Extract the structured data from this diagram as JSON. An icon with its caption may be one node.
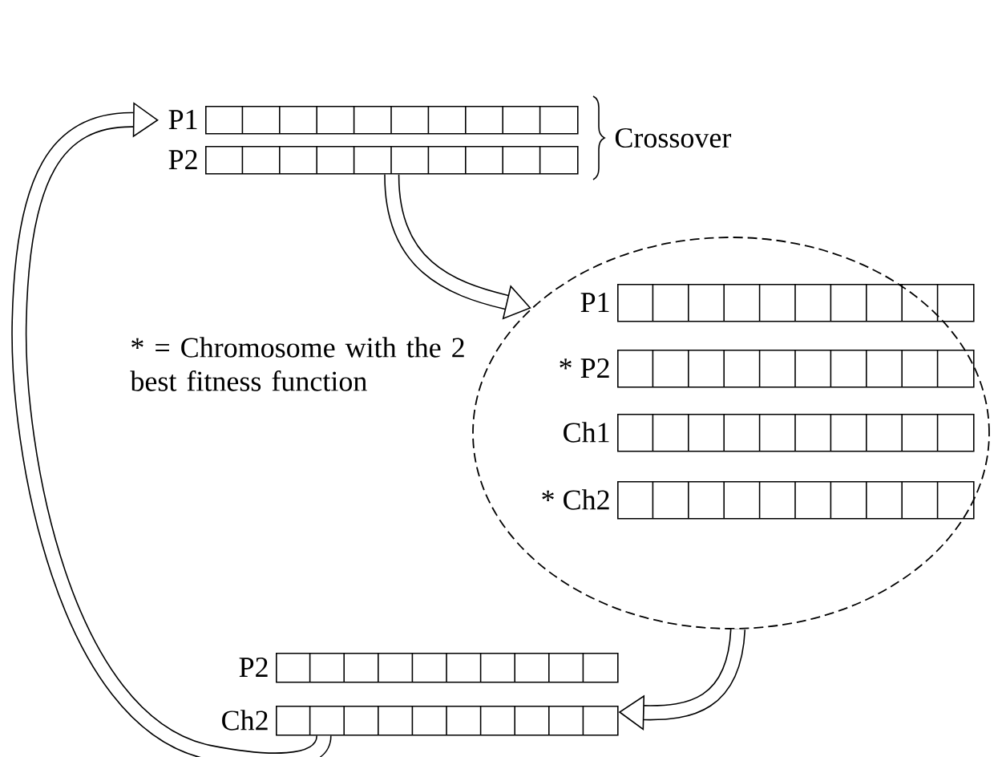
{
  "diagram": {
    "nodes": [
      {
        "text": [
          "P1"
        ]
      },
      {
        "text": [
          "P2"
        ]
      },
      {
        "text": [],
        "shape": "circle"
      },
      {
        "text": [
          "P1"
        ],
        "in": 2
      },
      {
        "text": [
          "* P2"
        ],
        "in": 2
      },
      {
        "text": [
          "Ch1"
        ],
        "in": 2
      },
      {
        "text": [
          "* Ch2"
        ],
        "in": 2
      },
      {
        "text": [
          "P2"
        ]
      },
      {
        "text": [
          "Ch2"
        ]
      }
    ],
    "edges": [
      {
        "from": 1,
        "to": 2,
        "arrow": "to"
      },
      {
        "from": 2,
        "to": 8,
        "arrow": "to"
      },
      {
        "from": 8,
        "to": 0,
        "arrow": "to"
      }
    ],
    "labels": [
      "Crossover",
      "* = Chromosome with the 2 best fitness function"
    ]
  }
}
